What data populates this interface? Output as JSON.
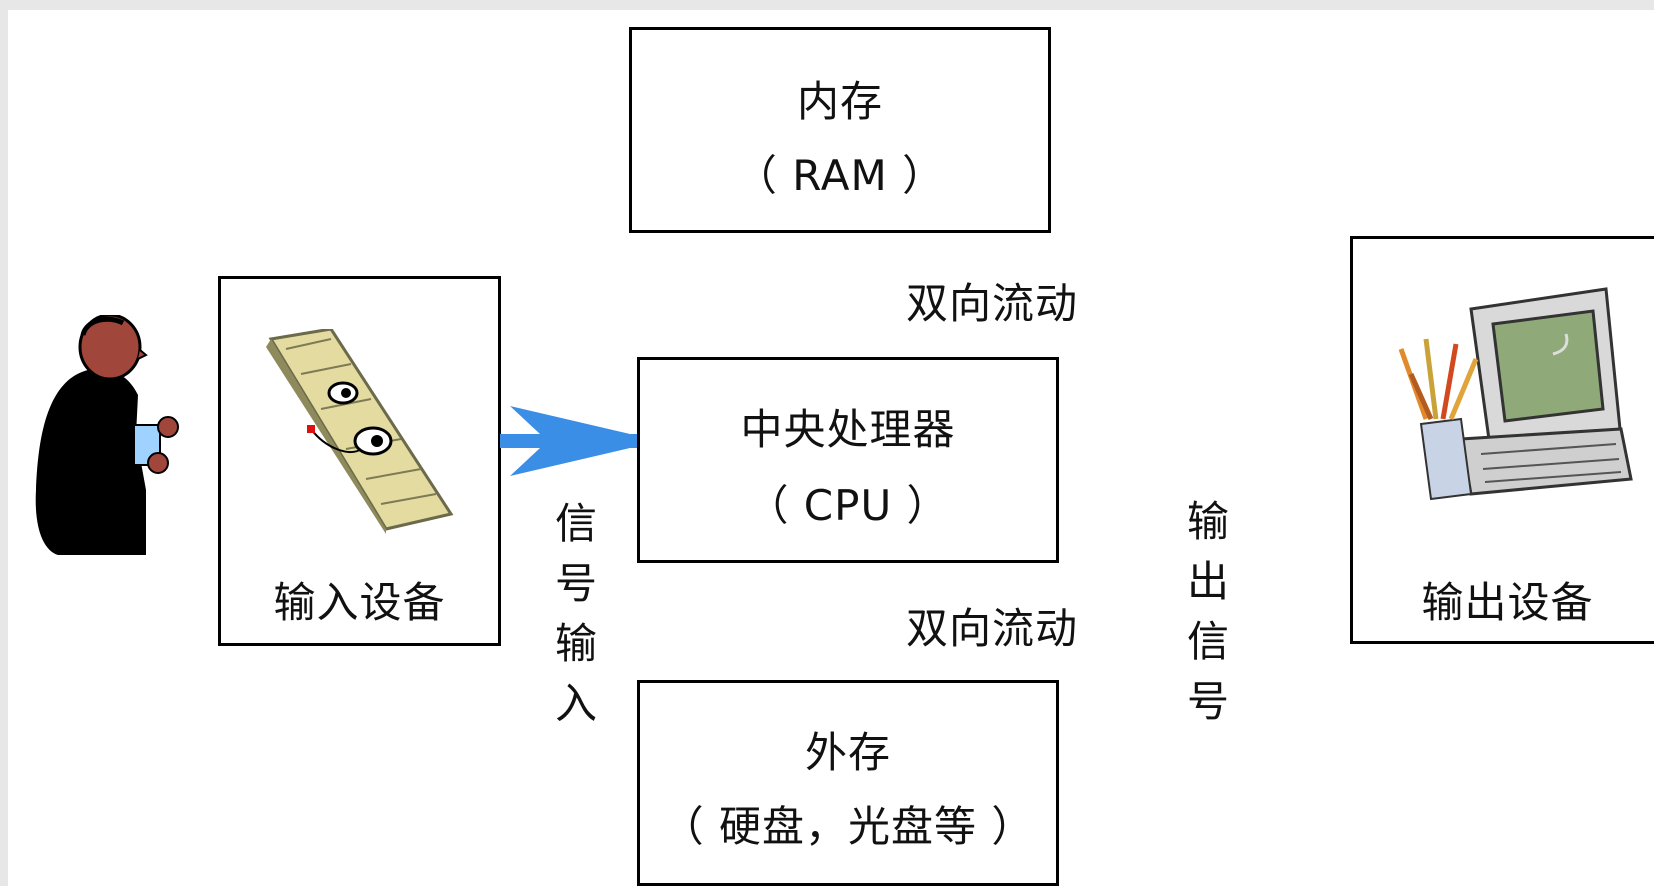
{
  "ram": {
    "title": "内存",
    "subtitle": "（ RAM ）"
  },
  "cpu": {
    "title": "中央处理器",
    "subtitle": "（ CPU ）"
  },
  "external": {
    "title": "外存",
    "subtitle": "（ 硬盘，光盘等 ）"
  },
  "input_device": {
    "label": "输入设备"
  },
  "output_device": {
    "label": "输出设备"
  },
  "flow_top": "双向流动",
  "flow_bottom": "双向流动",
  "signal_input": [
    "信",
    "号",
    "输",
    "入"
  ],
  "signal_output": [
    "输",
    "出",
    "信",
    "号"
  ],
  "colors": {
    "arrow": "#3a8ee6",
    "border": "#000000",
    "background": "#e7e7e7"
  },
  "icons": [
    "person-icon",
    "keyboard-icon",
    "computer-icon",
    "arrow-icon"
  ]
}
